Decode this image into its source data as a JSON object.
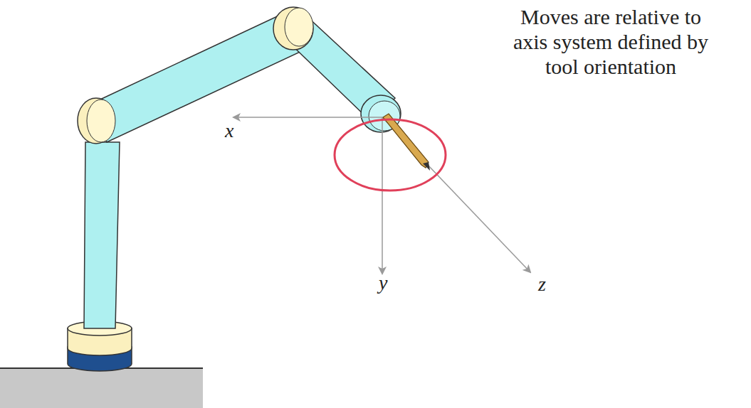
{
  "diagram": {
    "labels": [
      "x",
      "y",
      "z",
      "Moves are relative to axis system defined by tool orientation"
    ]
  }
}
